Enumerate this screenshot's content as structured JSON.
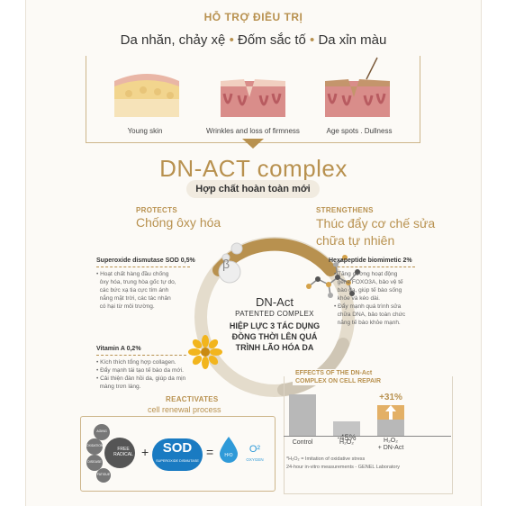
{
  "header": {
    "top_title": "HỖ TRỢ ĐIỀU TRỊ",
    "subtitle_parts": [
      "Da nhăn, chảy xệ",
      "Đốm sắc tố",
      "Da xỉn màu"
    ],
    "separator": "•"
  },
  "skin_panel": {
    "captions": [
      "Young skin",
      "Wrinkles and loss of firmness",
      "Age spots . Dullness"
    ]
  },
  "product": {
    "title": "DN-ACT complex",
    "tagline": "Hợp chất hoàn toàn mới"
  },
  "protects": {
    "label": "PROTECTS",
    "vn": "Chống ôxy hóa"
  },
  "strengthens": {
    "label": "STRENGTHENS",
    "vn_line1": "Thúc đẩy cơ chế sửa",
    "vn_line2": "chữa tự nhiên"
  },
  "sod_block": {
    "heading": "Superoxide dismutase SOD 0,5%",
    "bullets": [
      "Hoạt chất hàng đầu chống",
      "ôxy hóa, trung hòa gốc tự do,",
      "các bức xạ tia cực tím ánh",
      "nắng mặt trời, các tác nhân",
      "có hại từ môi trường."
    ]
  },
  "hexa_block": {
    "heading": "Hexapeptide biomimetic 2%",
    "bullets": [
      "Tăng cường hoạt động",
      "gene FOXO3A, bảo vệ tế",
      "bào da, giúp tế bào sống",
      "khỏe và kéo dài.",
      "Đẩy mạnh quá trình sửa",
      "chữa DNA, bảo toàn chức",
      "năng tế bào khỏe mạnh."
    ]
  },
  "vitamin_block": {
    "heading": "Vitamin A 0,2%",
    "bullets": [
      "Kích thích tổng hợp collagen.",
      "Đẩy mạnh tái tạo tế bào da mới.",
      "Cải thiện đàn hồi da, giúp da mịn",
      "màng trơn láng."
    ]
  },
  "center": {
    "name": "DN-Act",
    "patented": "PATENTED COMPLEX",
    "line1": "HIỆP LỰC 3 TÁC DỤNG",
    "line2": "ĐỒNG THỜI LÊN QUÁ",
    "line3": "TRÌNH LÃO HÓA DA",
    "beta": "β"
  },
  "reactivates": {
    "label": "REACTIVATES",
    "sub": "cell renewal process"
  },
  "effects": {
    "title_line1": "EFFECTS OF THE DN-Act",
    "title_line2": "COMPLEX ON CELL REPAIR",
    "control": "Control",
    "h2o2": "H₂O₂",
    "h2o2_dn": "H₂O₂",
    "dn_act": "+ DN-Act",
    "minus": "-45%",
    "plus": "+31%",
    "footnote1": "*H₂O₂ = Imitation of oxidative stress",
    "footnote2": "24-hour in-vitro measurements - GENEL Laboratory"
  },
  "sod_equation": {
    "free_radical": "FREE RADICAL",
    "satellites": [
      "AGING",
      "OXIDATION",
      "DISEASE",
      "FATIGUE"
    ],
    "plus": "+",
    "sod": "SOD",
    "sod_sub": "SUPEROXIDE DISMUTASE",
    "equals": "=",
    "h2o": "H²O",
    "o2": "O²",
    "oxygen": "OXYGEN"
  },
  "colors": {
    "gold": "#b8914f",
    "blue": "#1a7bc2",
    "dark": "#555555"
  }
}
